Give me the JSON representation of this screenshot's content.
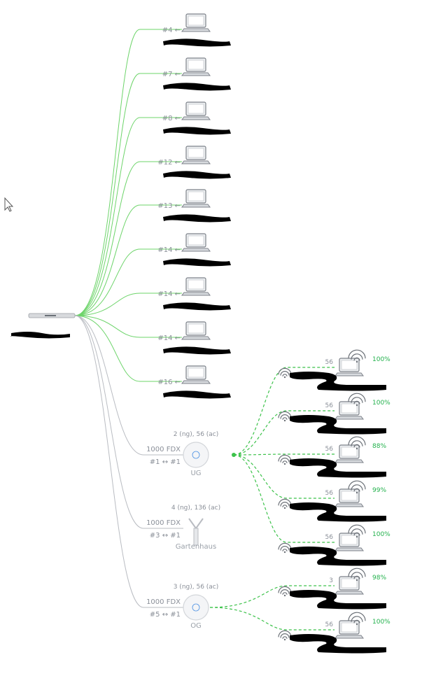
{
  "colors": {
    "wired_link": "#6dd46a",
    "ap_link": "#b9bcc2",
    "wireless_link": "#3cc24a",
    "text": "#8a8f98",
    "good": "#22b14c",
    "redaction": "#000000"
  },
  "icons": {
    "switch": "switch-icon",
    "wired_client": "laptop-icon",
    "wireless_client": "laptop-wifi-icon",
    "ap_round": "access-point-round-icon",
    "ap_mesh": "mesh-antenna-icon",
    "wifi_signal": "wifi-signal-icon",
    "pointer": "mouse-cursor-icon"
  },
  "wired_clients": [
    {
      "port": "#4 ←"
    },
    {
      "port": "#7 ←"
    },
    {
      "port": "#8 ←"
    },
    {
      "port": "#12 ←"
    },
    {
      "port": "#13 ←"
    },
    {
      "port": "#14 ←"
    },
    {
      "port": "#14 ←"
    },
    {
      "port": "#14 ←"
    },
    {
      "port": "#16 ←"
    }
  ],
  "access_points": [
    {
      "name": "UG",
      "clients_label": "2 (ng), 56 (ac)",
      "speed": "1000  FDX",
      "ports": "#1 ↔ #1"
    },
    {
      "name": "Gartenhaus",
      "clients_label": "4 (ng), 136 (ac)",
      "speed": "1000  FDX",
      "ports": "#3 ↔ #1"
    },
    {
      "name": "OG",
      "clients_label": "3 (ng), 56 (ac)",
      "speed": "1000  FDX",
      "ports": "#5 ↔ #1"
    }
  ],
  "wireless_clients": [
    {
      "channel": "56",
      "signal": "100%"
    },
    {
      "channel": "56",
      "signal": "100%"
    },
    {
      "channel": "56",
      "signal": "88%"
    },
    {
      "channel": "56",
      "signal": "99%"
    },
    {
      "channel": "56",
      "signal": "100%"
    },
    {
      "channel": "3",
      "signal": "98%"
    },
    {
      "channel": "56",
      "signal": "100%"
    }
  ]
}
